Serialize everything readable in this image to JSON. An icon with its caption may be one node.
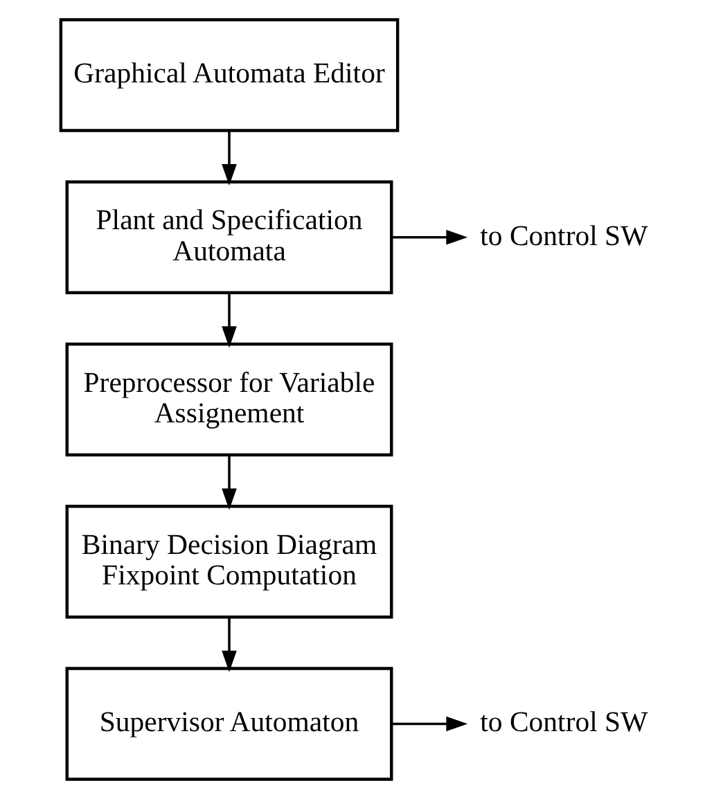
{
  "diagram": {
    "nodes": [
      {
        "text": [
          "Graphical Automata Editor"
        ]
      },
      {
        "text": [
          "Plant and Specification Automata"
        ]
      },
      {
        "text": [
          "Preprocessor for Variable Assignement"
        ]
      },
      {
        "text": [
          "Binary Decision Diagram Fixpoint Computation"
        ]
      },
      {
        "text": [
          "Supervisor Automaton"
        ]
      },
      {
        "text": [
          "to Control SW"
        ]
      },
      {
        "text": [
          "to Control SW"
        ]
      }
    ],
    "edges": [
      {
        "from": 0,
        "to": 1,
        "arrow": "to"
      },
      {
        "from": 1,
        "to": 5,
        "arrow": "to"
      },
      {
        "from": 1,
        "to": 2,
        "arrow": "to"
      },
      {
        "from": 2,
        "to": 3,
        "arrow": "to"
      },
      {
        "from": 3,
        "to": 4,
        "arrow": "to"
      },
      {
        "from": 4,
        "to": 6,
        "arrow": "to"
      }
    ]
  }
}
